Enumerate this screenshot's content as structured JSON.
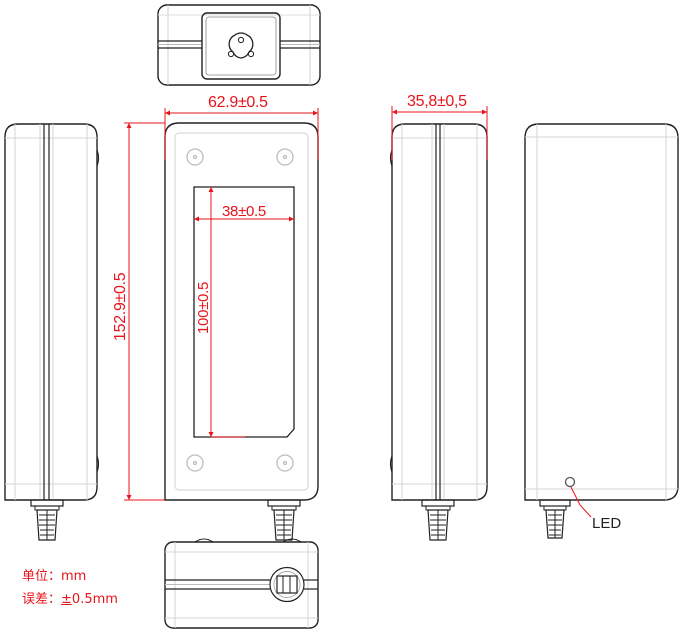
{
  "drawing": {
    "views": [
      {
        "id": "top-view",
        "label": "Top view with AC inlet (C6 three-pin)"
      },
      {
        "id": "left-side-view",
        "label": "Left side view"
      },
      {
        "id": "front-view",
        "label": "Front view with label area and screws"
      },
      {
        "id": "right-side-view",
        "label": "Right side view"
      },
      {
        "id": "back-view",
        "label": "Back view with LED"
      },
      {
        "id": "bottom-view",
        "label": "Bottom view with DC cable strain relief"
      }
    ],
    "dimensions": {
      "width": "62.9±0.5",
      "height": "152.9±0.5",
      "depth": "35,8±0,5",
      "label_width": "38±0.5",
      "label_height": "100±0.5"
    },
    "callouts": {
      "led": "LED"
    },
    "notes": {
      "unit_label": "单位：",
      "unit_value": "mm",
      "tolerance_label": "误差：",
      "tolerance_pm": "±",
      "tolerance_value": "0.5mm"
    },
    "colors": {
      "dimension": "#e8141b",
      "outline": "#222222",
      "hidden_line": "#c8c8c8"
    }
  }
}
